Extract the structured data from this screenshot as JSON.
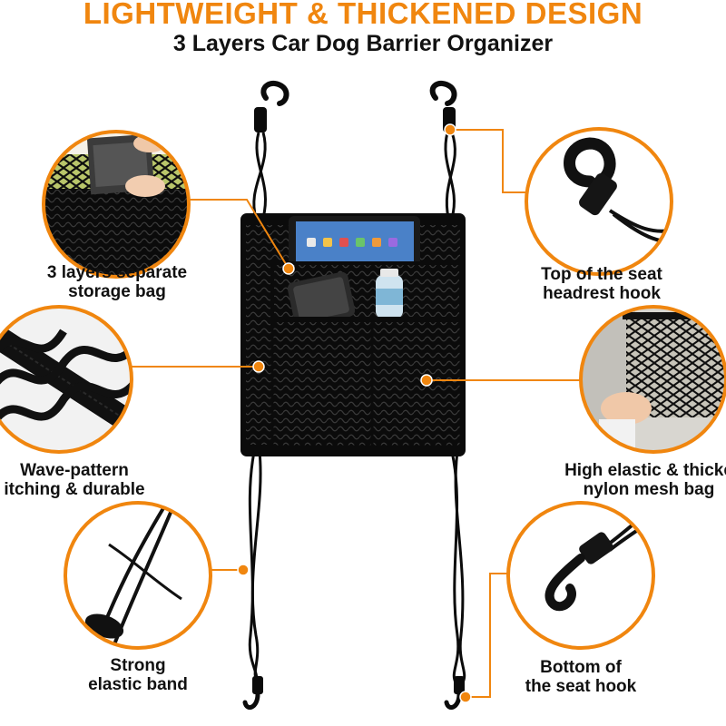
{
  "header": {
    "headline": "LIGHTWEIGHT & THICKENED DESIGN",
    "subtitle": "3 Layers Car Dog Barrier Organizer"
  },
  "accent_color": "#f0860f",
  "product_color": "#0b0b0b",
  "features": [
    {
      "id": "layers",
      "icon": "storage-bag-detail",
      "line1": "3 layers separate",
      "line2": "storage bag"
    },
    {
      "id": "headrest",
      "icon": "hook-detail",
      "line1": "Top of the seat",
      "line2": "headrest hook"
    },
    {
      "id": "stitching",
      "icon": "stitching-detail",
      "line1": "Wave-pattern",
      "line2": "itching & durable"
    },
    {
      "id": "mesh",
      "icon": "mesh-detail",
      "line1": "High elastic & thicke",
      "line2": "nylon mesh bag"
    },
    {
      "id": "elastic",
      "icon": "elastic-band-detail",
      "line1": "Strong",
      "line2": "elastic band"
    },
    {
      "id": "bottom",
      "icon": "bottom-hook-detail",
      "line1": "Bottom of",
      "line2": "the seat hook"
    }
  ]
}
